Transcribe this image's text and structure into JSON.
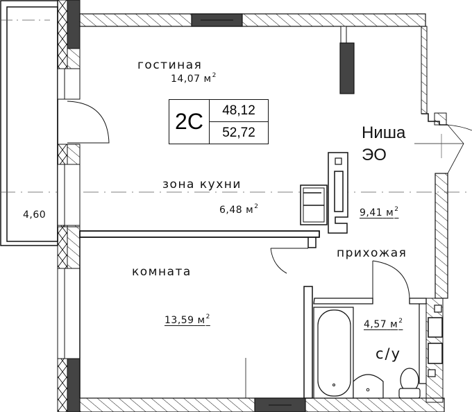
{
  "plan": {
    "apartment_type": "2С",
    "living_area": "48,12",
    "total_area": "52,72",
    "balcony_width": "4,60",
    "rooms": [
      {
        "name": "гостиная",
        "area": "14,07",
        "unit": "м",
        "sup": "2"
      },
      {
        "name": "зона кухни",
        "area": "6,48",
        "unit": "м",
        "sup": "2"
      },
      {
        "name": "Ниша ЭО",
        "line1": "Ниша",
        "line2": "ЭО"
      },
      {
        "name": "прихожая",
        "area": "9,41",
        "unit": "м",
        "sup": "2"
      },
      {
        "name": "комната",
        "area": "13,59",
        "unit": "м",
        "sup": "2"
      },
      {
        "name": "с/у",
        "area": "4,57",
        "unit": "м",
        "sup": "2"
      }
    ],
    "colors": {
      "wall_line": "#111111",
      "window_fill": "#444444",
      "background": "#ffffff"
    }
  }
}
